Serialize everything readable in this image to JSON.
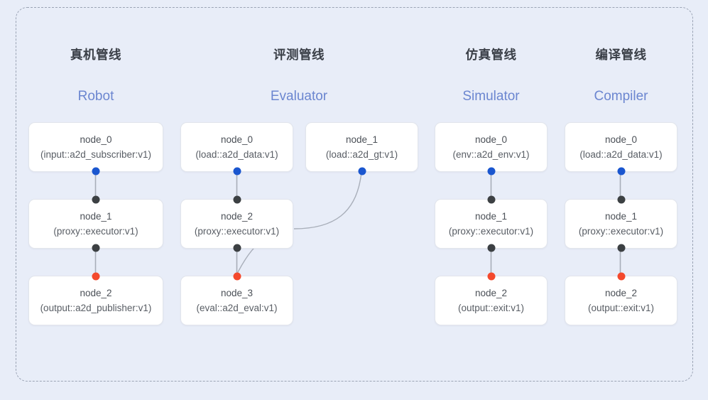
{
  "diagram": {
    "background_color": "#e8edf8",
    "frame": {
      "style": "dashed",
      "color": "#9aa3b4"
    },
    "port_colors": {
      "input": "#1a56cf",
      "internal": "#3c4043",
      "output": "#f4492d"
    },
    "edge_color": "#9aa3b4"
  },
  "columns": [
    {
      "title_cn": "真机管线",
      "title_en": "Robot",
      "nodes": [
        {
          "id": "node_0",
          "kind": "(input::a2d_subscriber:v1)"
        },
        {
          "id": "node_1",
          "kind": "(proxy::executor:v1)"
        },
        {
          "id": "node_2",
          "kind": "(output::a2d_publisher:v1)"
        }
      ]
    },
    {
      "title_cn": "评测管线",
      "title_en": "Evaluator",
      "nodes": [
        {
          "id": "node_0",
          "kind": "(load::a2d_data:v1)"
        },
        {
          "id": "node_1",
          "kind": "(load::a2d_gt:v1)"
        },
        {
          "id": "node_2",
          "kind": "(proxy::executor:v1)"
        },
        {
          "id": "node_3",
          "kind": "(eval::a2d_eval:v1)"
        }
      ]
    },
    {
      "title_cn": "仿真管线",
      "title_en": "Simulator",
      "nodes": [
        {
          "id": "node_0",
          "kind": "(env::a2d_env:v1)"
        },
        {
          "id": "node_1",
          "kind": "(proxy::executor:v1)"
        },
        {
          "id": "node_2",
          "kind": "(output::exit:v1)"
        }
      ]
    },
    {
      "title_cn": "编译管线",
      "title_en": "Compiler",
      "nodes": [
        {
          "id": "node_0",
          "kind": "(load::a2d_data:v1)"
        },
        {
          "id": "node_1",
          "kind": "(proxy::executor:v1)"
        },
        {
          "id": "node_2",
          "kind": "(output::exit:v1)"
        }
      ]
    }
  ]
}
